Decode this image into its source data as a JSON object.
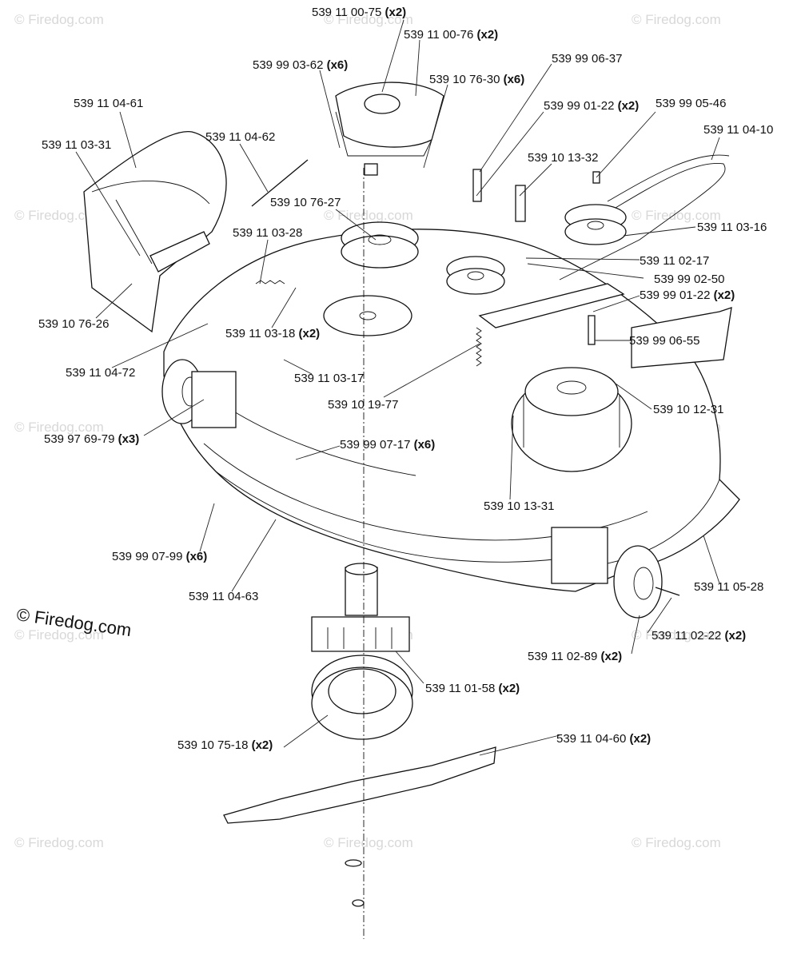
{
  "watermark": {
    "text": "© Firedog.com",
    "main_text": "© Firedog.com"
  },
  "callouts": [
    {
      "id": "c01",
      "number": "539 11 00-75",
      "qty": "(x2)"
    },
    {
      "id": "c02",
      "number": "539 11 00-76",
      "qty": "(x2)"
    },
    {
      "id": "c03",
      "number": "539 99 03-62",
      "qty": "(x6)"
    },
    {
      "id": "c04",
      "number": "539 10 76-30",
      "qty": "(x6)"
    },
    {
      "id": "c05",
      "number": "539 99 06-37",
      "qty": ""
    },
    {
      "id": "c06",
      "number": "539 11 04-61",
      "qty": ""
    },
    {
      "id": "c07",
      "number": "539 99 01-22",
      "qty": "(x2)"
    },
    {
      "id": "c08",
      "number": "539 99 05-46",
      "qty": ""
    },
    {
      "id": "c09",
      "number": "539 11 04-10",
      "qty": ""
    },
    {
      "id": "c10",
      "number": "539 11 03-31",
      "qty": ""
    },
    {
      "id": "c11",
      "number": "539 11 04-62",
      "qty": ""
    },
    {
      "id": "c12",
      "number": "539 10 13-32",
      "qty": ""
    },
    {
      "id": "c13",
      "number": "539 10 76-27",
      "qty": ""
    },
    {
      "id": "c14",
      "number": "539 11 03-16",
      "qty": ""
    },
    {
      "id": "c15",
      "number": "539 11 03-28",
      "qty": ""
    },
    {
      "id": "c16",
      "number": "539 11 02-17",
      "qty": ""
    },
    {
      "id": "c17",
      "number": "539 99 02-50",
      "qty": ""
    },
    {
      "id": "c18",
      "number": "539 99 01-22",
      "qty": "(x2)"
    },
    {
      "id": "c19",
      "number": "539 10 76-26",
      "qty": ""
    },
    {
      "id": "c20",
      "number": "539 11 03-18",
      "qty": "(x2)"
    },
    {
      "id": "c21",
      "number": "539 99 06-55",
      "qty": ""
    },
    {
      "id": "c22",
      "number": "539 11 04-72",
      "qty": ""
    },
    {
      "id": "c23",
      "number": "539 11 03-17",
      "qty": ""
    },
    {
      "id": "c24",
      "number": "539 10 19-77",
      "qty": ""
    },
    {
      "id": "c25",
      "number": "539 10 12-31",
      "qty": ""
    },
    {
      "id": "c26",
      "number": "539 97 69-79",
      "qty": "(x3)"
    },
    {
      "id": "c27",
      "number": "539 99 07-17",
      "qty": "(x6)"
    },
    {
      "id": "c28",
      "number": "539 10 13-31",
      "qty": ""
    },
    {
      "id": "c29",
      "number": "539 99 07-99",
      "qty": "(x6)"
    },
    {
      "id": "c30",
      "number": "539 11 05-28",
      "qty": ""
    },
    {
      "id": "c31",
      "number": "539 11 04-63",
      "qty": ""
    },
    {
      "id": "c32",
      "number": "539 11 02-22",
      "qty": "(x2)"
    },
    {
      "id": "c33",
      "number": "539 11 02-89",
      "qty": "(x2)"
    },
    {
      "id": "c34",
      "number": "539 11 01-58",
      "qty": "(x2)"
    },
    {
      "id": "c35",
      "number": "539 11 04-60",
      "qty": "(x2)"
    },
    {
      "id": "c36",
      "number": "539 10 75-18",
      "qty": "(x2)"
    }
  ]
}
